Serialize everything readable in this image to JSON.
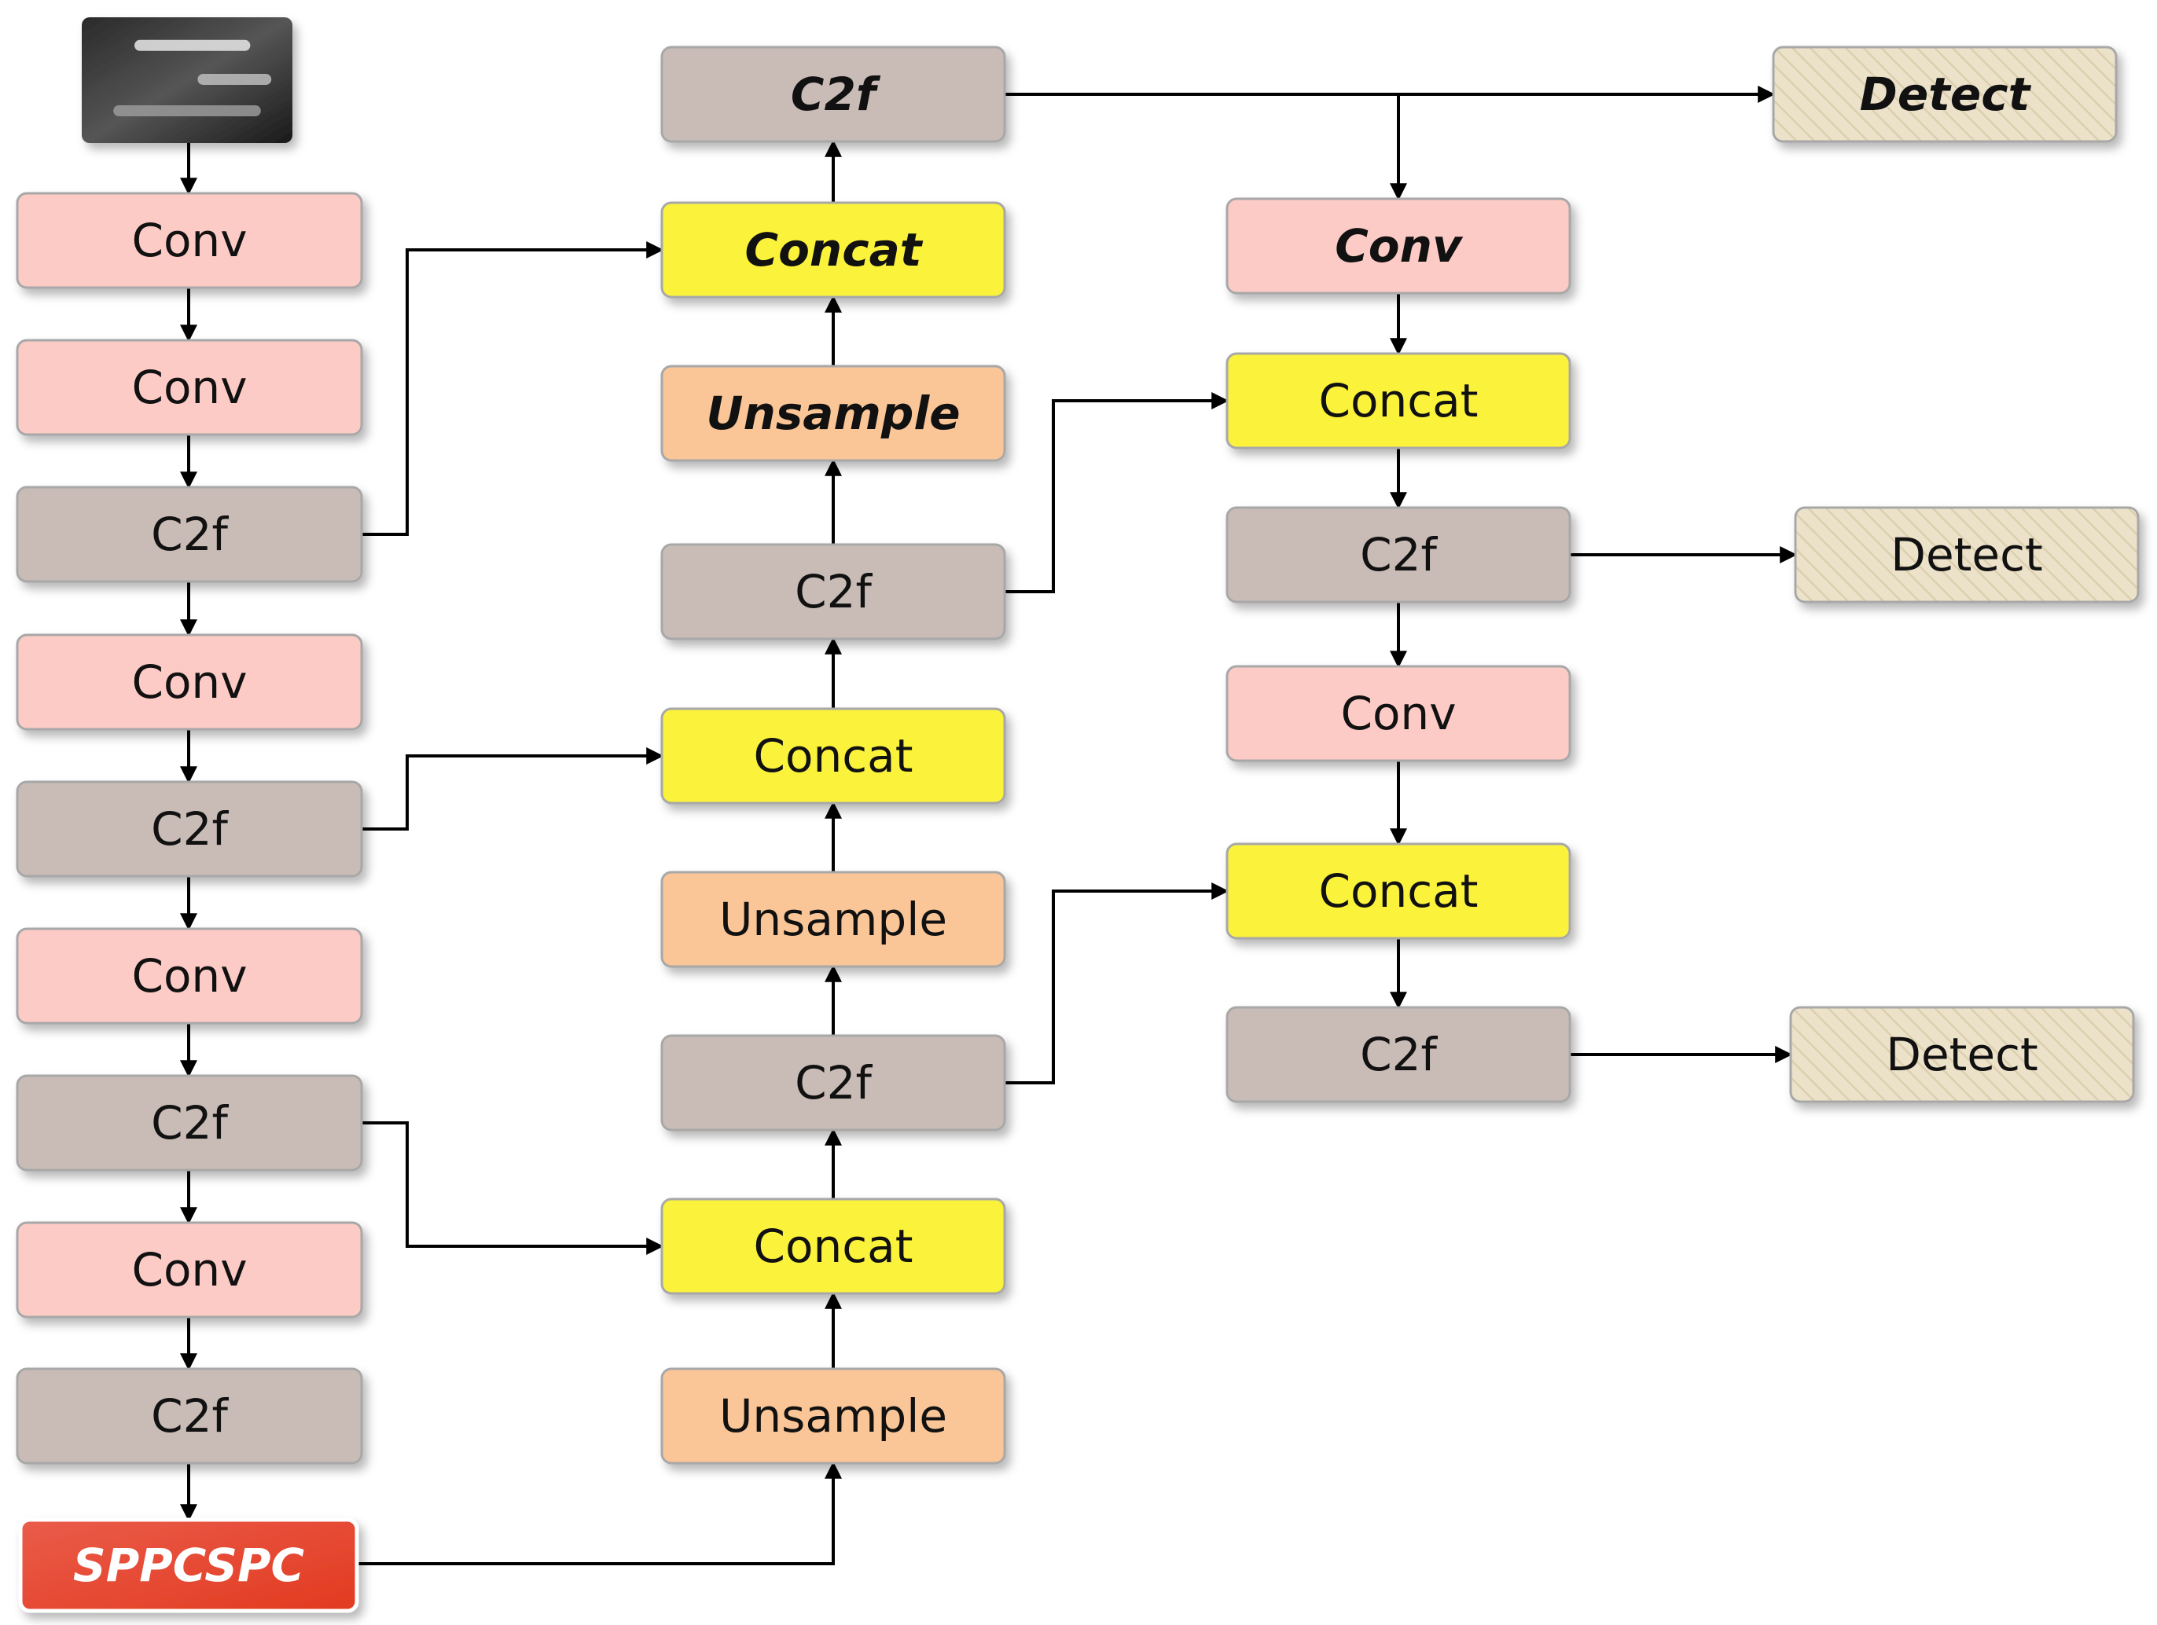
{
  "input_image": {
    "icon": "grayscale-input-photo",
    "description_color": "#3a3a3a"
  },
  "colors": {
    "conv": "#fdcbc6",
    "c2f": "#c9bcb6",
    "concat": "#fbf23a",
    "upsample": "#fbc697",
    "detect": "#ece2ca",
    "sppcspc_top": "#ea5c4a",
    "sppcspc_bottom": "#e23a20",
    "border": "#a8a8a8",
    "edge": "#000000"
  },
  "nodes": {
    "input": {
      "label": ""
    },
    "bb_conv1": {
      "label": "Conv",
      "kind": "conv"
    },
    "bb_conv2": {
      "label": "Conv",
      "kind": "conv"
    },
    "bb_c2f1": {
      "label": "C2f",
      "kind": "c2f"
    },
    "bb_conv3": {
      "label": "Conv",
      "kind": "conv"
    },
    "bb_c2f2": {
      "label": "C2f",
      "kind": "c2f"
    },
    "bb_conv4": {
      "label": "Conv",
      "kind": "conv"
    },
    "bb_c2f3": {
      "label": "C2f",
      "kind": "c2f"
    },
    "bb_conv5": {
      "label": "Conv",
      "kind": "conv"
    },
    "bb_c2f4": {
      "label": "C2f",
      "kind": "c2f"
    },
    "bb_sppcspc": {
      "label": "SPPCSPC",
      "kind": "sppcspc"
    },
    "nk_c2f_top": {
      "label": "C2f",
      "kind": "c2f",
      "emph": true
    },
    "nk_concat1": {
      "label": "Concat",
      "kind": "concat",
      "emph": true
    },
    "nk_upsample1": {
      "label": "Unsample",
      "kind": "upsample",
      "emph": true
    },
    "nk_c2f_mid1": {
      "label": "C2f",
      "kind": "c2f"
    },
    "nk_concat2": {
      "label": "Concat",
      "kind": "concat"
    },
    "nk_upsample2": {
      "label": "Unsample",
      "kind": "upsample"
    },
    "nk_c2f_mid2": {
      "label": "C2f",
      "kind": "c2f"
    },
    "nk_concat3": {
      "label": "Concat",
      "kind": "concat"
    },
    "nk_upsample3": {
      "label": "Unsample",
      "kind": "upsample"
    },
    "hd_conv1": {
      "label": "Conv",
      "kind": "conv",
      "emph": true
    },
    "hd_concat1": {
      "label": "Concat",
      "kind": "concat"
    },
    "hd_c2f1": {
      "label": "C2f",
      "kind": "c2f"
    },
    "hd_conv2": {
      "label": "Conv",
      "kind": "conv"
    },
    "hd_concat2": {
      "label": "Concat",
      "kind": "concat"
    },
    "hd_c2f2": {
      "label": "C2f",
      "kind": "c2f"
    },
    "detect1": {
      "label": "Detect",
      "kind": "detect",
      "emph": true
    },
    "detect2": {
      "label": "Detect",
      "kind": "detect"
    },
    "detect3": {
      "label": "Detect",
      "kind": "detect"
    }
  },
  "edges": [
    [
      "input",
      "bb_conv1"
    ],
    [
      "bb_conv1",
      "bb_conv2"
    ],
    [
      "bb_conv2",
      "bb_c2f1"
    ],
    [
      "bb_c2f1",
      "bb_conv3"
    ],
    [
      "bb_conv3",
      "bb_c2f2"
    ],
    [
      "bb_c2f2",
      "bb_conv4"
    ],
    [
      "bb_conv4",
      "bb_c2f3"
    ],
    [
      "bb_c2f3",
      "bb_conv5"
    ],
    [
      "bb_conv5",
      "bb_c2f4"
    ],
    [
      "bb_c2f4",
      "bb_sppcspc"
    ],
    [
      "bb_sppcspc",
      "nk_upsample3"
    ],
    [
      "nk_upsample3",
      "nk_concat3"
    ],
    [
      "bb_c2f3",
      "nk_concat3"
    ],
    [
      "nk_concat3",
      "nk_c2f_mid2"
    ],
    [
      "nk_c2f_mid2",
      "nk_upsample2"
    ],
    [
      "nk_upsample2",
      "nk_concat2"
    ],
    [
      "bb_c2f2",
      "nk_concat2"
    ],
    [
      "nk_concat2",
      "nk_c2f_mid1"
    ],
    [
      "nk_c2f_mid1",
      "nk_upsample1"
    ],
    [
      "nk_upsample1",
      "nk_concat1"
    ],
    [
      "bb_c2f1",
      "nk_concat1"
    ],
    [
      "nk_concat1",
      "nk_c2f_top"
    ],
    [
      "nk_c2f_top",
      "detect1"
    ],
    [
      "nk_c2f_top",
      "hd_conv1"
    ],
    [
      "hd_conv1",
      "hd_concat1"
    ],
    [
      "nk_c2f_mid1",
      "hd_concat1"
    ],
    [
      "hd_concat1",
      "hd_c2f1"
    ],
    [
      "hd_c2f1",
      "detect2"
    ],
    [
      "hd_c2f1",
      "hd_conv2"
    ],
    [
      "hd_conv2",
      "hd_concat2"
    ],
    [
      "nk_c2f_mid2",
      "hd_concat2"
    ],
    [
      "hd_concat2",
      "hd_c2f2"
    ],
    [
      "hd_c2f2",
      "detect3"
    ]
  ]
}
